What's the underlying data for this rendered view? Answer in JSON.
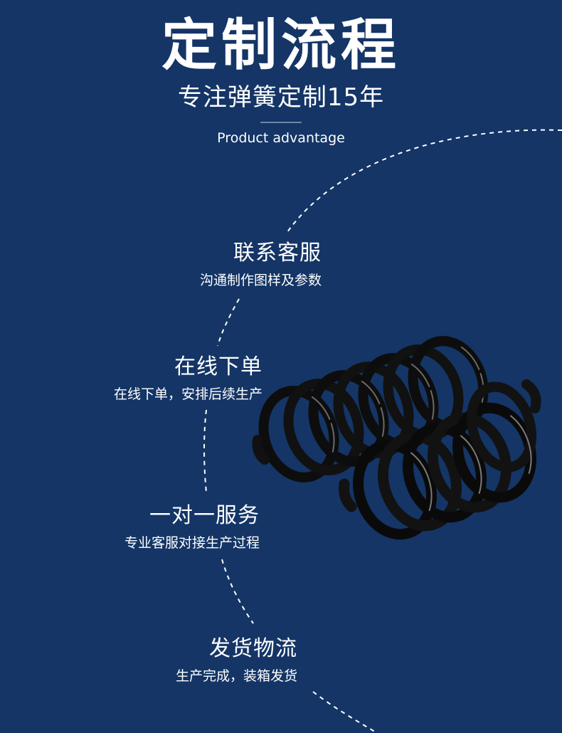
{
  "header": {
    "title": "定制流程",
    "subtitle": "专注弹簧定制15年",
    "english_subtitle": "Product advantage"
  },
  "steps": [
    {
      "title": "联系客服",
      "description": "沟通制作图样及参数"
    },
    {
      "title": "在线下单",
      "description": "在线下单，安排后续生产"
    },
    {
      "title": "一对一服务",
      "description": "专业客服对接生产过程"
    },
    {
      "title": "发货物流",
      "description": "生产完成，装箱发货"
    }
  ],
  "colors": {
    "background": "#143566",
    "text": "#ffffff",
    "dashed_line": "#ffffff"
  }
}
